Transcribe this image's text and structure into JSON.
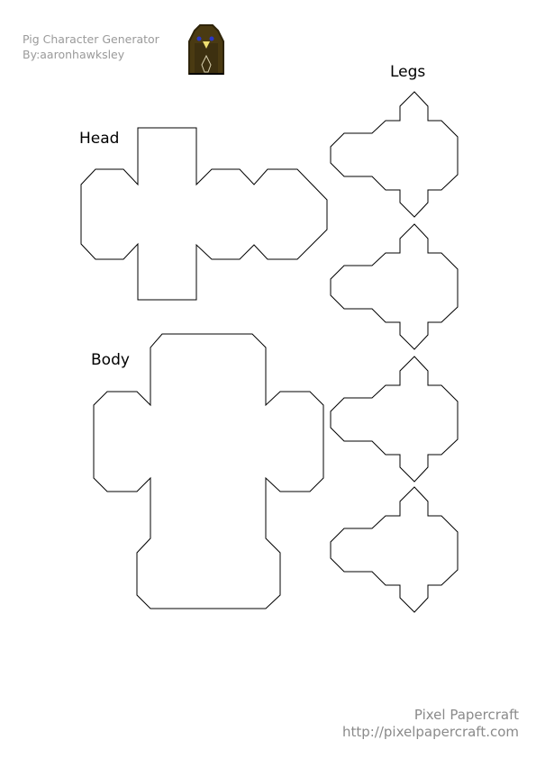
{
  "header": {
    "title": "Pig Character Generator",
    "author": "By:aaronhawksley"
  },
  "preview": {
    "icon": "bird-character-icon",
    "colors": {
      "body": "#4a3a12",
      "dark": "#2e240a",
      "eye": "#2a38c8",
      "beak": "#f0e070",
      "belly": "#d8d0b0"
    }
  },
  "labels": {
    "head": "Head",
    "body": "Body",
    "legs": "Legs"
  },
  "footer": {
    "brand": "Pixel Papercraft",
    "url": "http://pixelpapercraft.com"
  }
}
